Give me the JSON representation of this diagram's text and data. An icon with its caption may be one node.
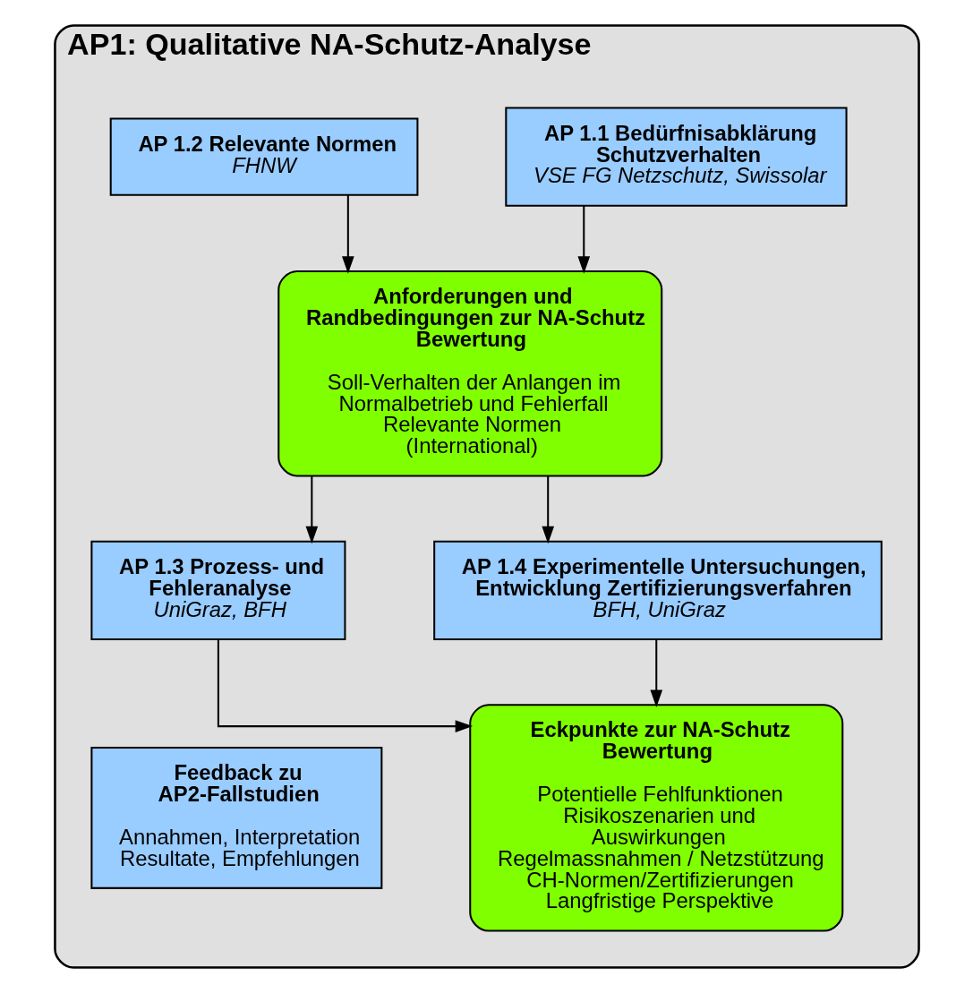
{
  "diagram": {
    "nodes": [
      {
        "text": [
          "AP1: Qualitative NA-Schutz-Analyse"
        ]
      },
      {
        "text": [
          "AP 1.1 Bedürfnisabklärung Schutzverhalten",
          "VSE FG Netzschutz, Swissolar"
        ],
        "in": 0
      },
      {
        "text": [
          "AP 1.2 Relevante Normen",
          "FHNW"
        ],
        "in": 0
      },
      {
        "text": [
          "Anforderungen und Randbedingungen zur NA-Schutz Bewertung",
          "Soll-Verhalten der Anlangen im Normalbetrieb und Fehlerfall",
          "Relevante Normen (International)"
        ],
        "in": 0
      },
      {
        "text": [
          "AP 1.3 Prozess- und Fehleranalyse",
          "UniGraz, BFH"
        ],
        "in": 0
      },
      {
        "text": [
          "AP 1.4 Experimentelle Untersuchungen, Entwicklung Zertifizierungsverfahren",
          "BFH, UniGraz"
        ],
        "in": 0
      },
      {
        "text": [
          "Eckpunkte zur NA-Schutz Bewertung",
          "Potentielle Fehlfunktionen",
          "Risikoszenarien und Auswirkungen",
          "Regelmassnahmen / Netzstützung",
          "CH-Normen/Zertifizierungen",
          "Langfristige Perspektive"
        ],
        "in": 0
      },
      {
        "text": [
          "Feedback zu AP2-Fallstudien",
          "Annahmen, Interpretation Resultate, Empfehlungen"
        ],
        "in": 0
      }
    ],
    "edges": [
      {
        "from": 1,
        "to": 3,
        "arrow": "to"
      },
      {
        "from": 2,
        "to": 3,
        "arrow": "to"
      },
      {
        "from": 3,
        "to": 4,
        "arrow": "to"
      },
      {
        "from": 3,
        "to": 5,
        "arrow": "to"
      },
      {
        "from": 4,
        "to": 6,
        "arrow": "to"
      },
      {
        "from": 5,
        "to": 6,
        "arrow": "to"
      }
    ]
  }
}
